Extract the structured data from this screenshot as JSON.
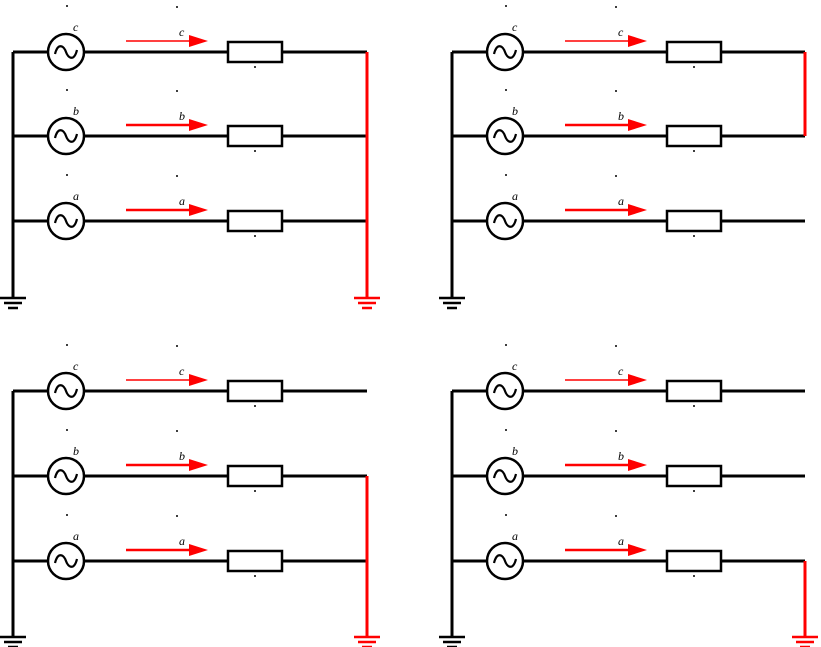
{
  "colors": {
    "wire": "#000000",
    "fault": "#ff0000",
    "background": "#ffffff"
  },
  "phases": [
    "c",
    "b",
    "a"
  ],
  "panels": [
    {
      "id": "top-left",
      "fault_type": "three-phase-to-ground",
      "faulted_phases": [
        "c",
        "b",
        "a"
      ],
      "grounded": true,
      "source_labels": [
        "c",
        "b",
        "a"
      ],
      "current_labels": [
        "c",
        "b",
        "a"
      ]
    },
    {
      "id": "top-right",
      "fault_type": "phase-to-phase",
      "faulted_phases": [
        "c",
        "b"
      ],
      "grounded": false,
      "source_labels": [
        "c",
        "b",
        "a"
      ],
      "current_labels": [
        "c",
        "b",
        "a"
      ]
    },
    {
      "id": "bottom-left",
      "fault_type": "two-phase-to-ground",
      "faulted_phases": [
        "b",
        "a"
      ],
      "grounded": true,
      "source_labels": [
        "c",
        "b",
        "a"
      ],
      "current_labels": [
        "c",
        "b",
        "a"
      ]
    },
    {
      "id": "bottom-right",
      "fault_type": "single-phase-to-ground",
      "faulted_phases": [
        "a"
      ],
      "grounded": true,
      "source_labels": [
        "c",
        "b",
        "a"
      ],
      "current_labels": [
        "c",
        "b",
        "a"
      ]
    }
  ]
}
